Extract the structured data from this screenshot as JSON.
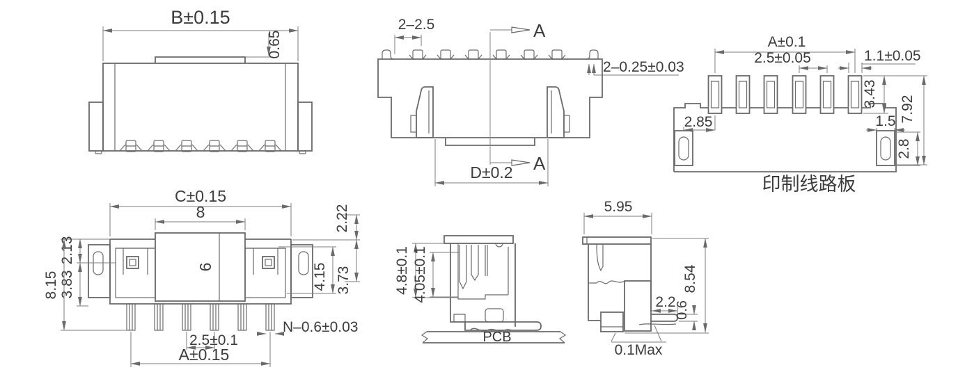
{
  "drawing_title": "connector-engineering-drawing",
  "colors": {
    "background": "#ffffff",
    "line": "#6a6a6a",
    "dimension_line": "#7c7c7c",
    "text": "#3c3c3c"
  },
  "views": {
    "front": {
      "width_dim": "B±0.15",
      "tape_height_dim": "0.65"
    },
    "rear": {
      "tab_pitch_dim": "2–2.5",
      "hook_dim": "2–0.25±0.03",
      "bottom_width_dim": "D±0.2",
      "section_label": "A"
    },
    "pcb": {
      "caption": "印制线路板",
      "span_dim": "A±0.1",
      "pad_pitch_dim": "2.5±0.05",
      "pad_width_dim": "1.1±0.05",
      "pad_length_dim": "3.43",
      "layout_height_dim": "7.92",
      "corner_offset_dim": "2.85",
      "corner_pad_width_dim": "1.5",
      "corner_pad_height_dim": "2.8"
    },
    "top": {
      "width_dim": "C±0.15",
      "tape_width_dim": "8",
      "tape_depth_dim": "6",
      "right_top_dim": "2.22",
      "left_top_dim": "2.13",
      "left_mid_dim": "3.83",
      "overall_height_dim": "8.15",
      "right_inner_dim": "4.15",
      "right_outer_dim": "3.73",
      "pin_size_dim": "N–0.6±0.03",
      "pin_pitch_dim": "2.5±0.1",
      "pin_span_dim": "A±0.15"
    },
    "section": {
      "caption": "PCB",
      "outer_height_dim": "4.8±0.1",
      "inner_height_dim": "4.05±0.1"
    },
    "side": {
      "depth_dim": "5.95",
      "height_dim": "8.54",
      "lead_length_dim": "2.2",
      "lead_thickness_dim": "0.6",
      "coplanarity_dim": "0.1Max"
    }
  }
}
